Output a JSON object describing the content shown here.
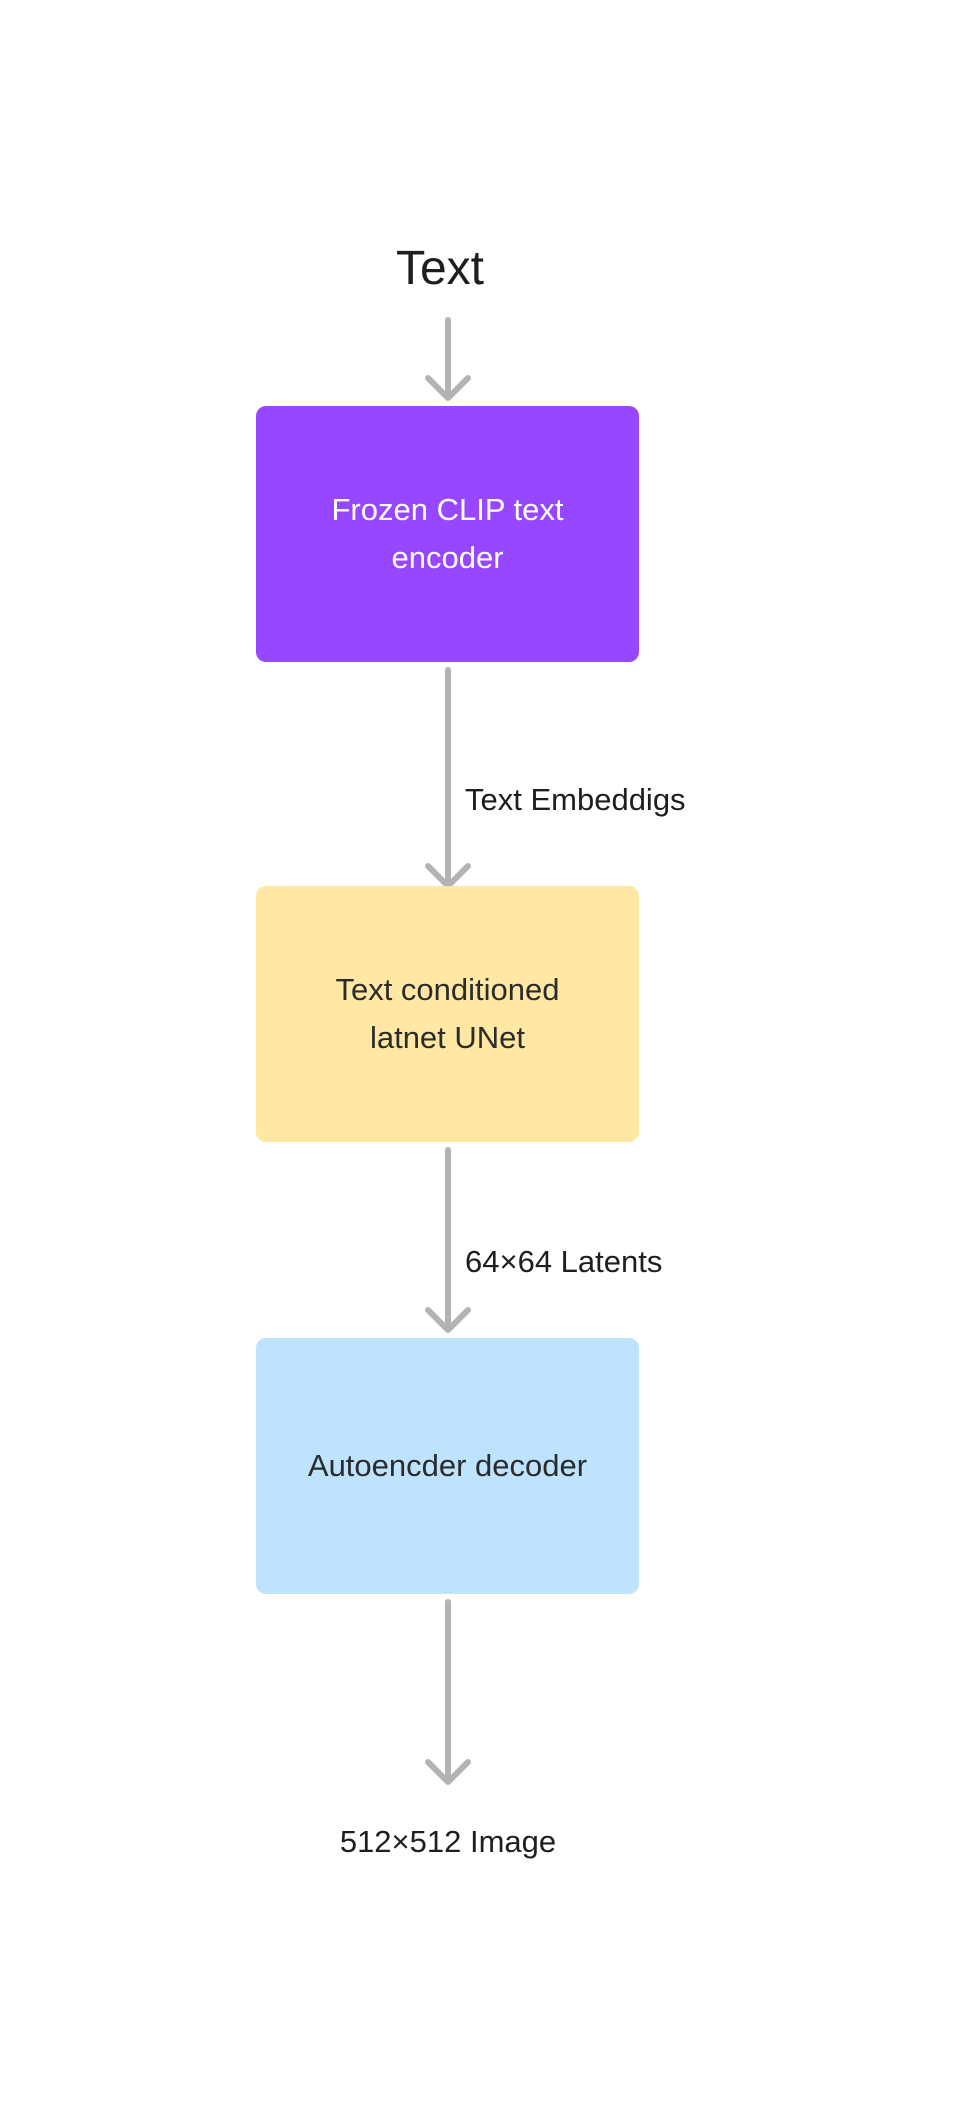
{
  "input": {
    "label": "Text"
  },
  "nodes": [
    {
      "id": "encoder",
      "label": "Frozen CLIP text encoder",
      "color": "#9747ff",
      "text_color": "#ffffff"
    },
    {
      "id": "unet",
      "label": "Text conditioned latnet UNet",
      "color": "#ffe8a3",
      "text_color": "#2b2b2b"
    },
    {
      "id": "decoder",
      "label": "Autoencder decoder",
      "color": "#bde3ff",
      "text_color": "#2b2b2b"
    }
  ],
  "edges": [
    {
      "from": "input",
      "to": "encoder",
      "label": ""
    },
    {
      "from": "encoder",
      "to": "unet",
      "label": "Text Embeddigs"
    },
    {
      "from": "unet",
      "to": "decoder",
      "label": "64×64 Latents"
    },
    {
      "from": "decoder",
      "to": "output",
      "label": ""
    }
  ],
  "output": {
    "label": "512×512 Image"
  },
  "colors": {
    "arrow": "#b3b3b3"
  }
}
